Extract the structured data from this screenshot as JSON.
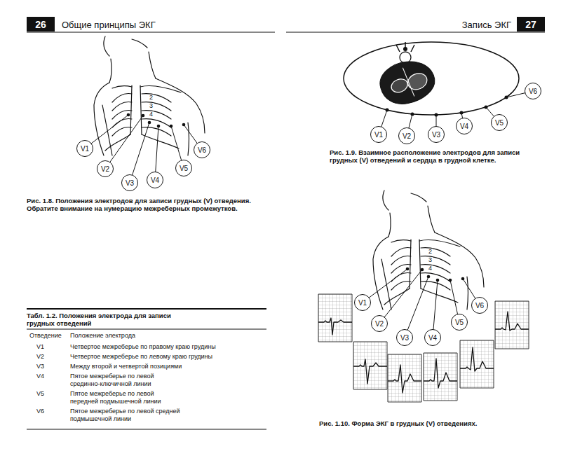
{
  "diagram": {
    "nodes": [
      {
        "text": [
          "26"
        ]
      },
      {
        "text": [
          "V1"
        ]
      },
      {
        "text": [
          "V2"
        ]
      },
      {
        "text": [
          "V3"
        ]
      },
      {
        "text": [
          "V4"
        ]
      },
      {
        "text": [
          "V5"
        ]
      },
      {
        "text": [
          "V6"
        ]
      },
      {
        "text": [
          "27"
        ]
      },
      {
        "text": [
          "V1"
        ]
      },
      {
        "text": [
          "V2"
        ]
      },
      {
        "text": [
          "V3"
        ]
      },
      {
        "text": [
          "V4"
        ]
      },
      {
        "text": [
          "V5"
        ]
      },
      {
        "text": [
          "V6"
        ]
      },
      {
        "text": [
          "V1"
        ]
      },
      {
        "text": [
          "V2"
        ]
      },
      {
        "text": [
          "V3"
        ]
      },
      {
        "text": [
          "V4"
        ]
      },
      {
        "text": [
          "V5"
        ]
      },
      {
        "text": [
          "V6"
        ]
      }
    ],
    "labels": [
      "Общие принципы ЭКГ",
      "2",
      "3",
      "4",
      "Рис. 1.8. Положения электродов для записи грудных (V) отведения. Обратите внимание на нумерацию межреберных промежутков.",
      "Табл. 1.2. Положения электрода для записи грудных отведений",
      "Отведение",
      "Положение электрода",
      "V1",
      "Четвертое межреберье по правому краю грудины",
      "V2",
      "Четвертое межреберье по левому краю грудины",
      "V3",
      "Между второй и четвертой позициями",
      "V4",
      "Пятое межреберье по левой срединно-ключичной линии",
      "V5",
      "Пятое межреберье по левой передней подмышечной линии",
      "V6",
      "Пятое межреберье по левой средней подмышечной линии",
      "Запись ЭКГ",
      "Рис. 1.9. Взаимное расположение электродов для записи грудных (V) отведений и сердца в грудной клетке.",
      "2",
      "3",
      "4",
      "Рис. 1.10. Форма ЭКГ в грудных (V) отведениях."
    ]
  }
}
